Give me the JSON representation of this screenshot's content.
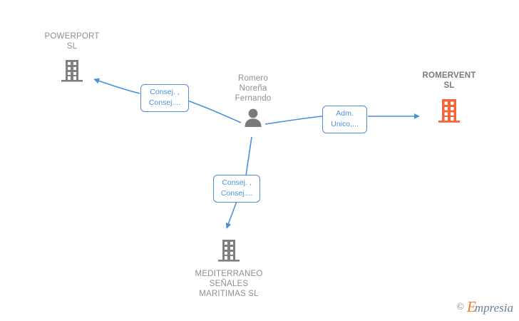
{
  "diagram": {
    "title": "Empresia relationship graph",
    "colors": {
      "company_gray": "#808080",
      "company_orange": "#f4653a",
      "person_gray": "#7a7a7a",
      "edge_blue": "#4a90d9",
      "label_text_gray": "#8c8c8c",
      "background": "#ffffff"
    },
    "nodes": [
      {
        "id": "powerport",
        "type": "company",
        "icon": "building-icon",
        "label": "POWERPORT\nSL",
        "color": "#808080",
        "highlight": false
      },
      {
        "id": "person",
        "type": "person",
        "icon": "person-icon",
        "label": "Romero\nNoreña\nFernando",
        "color": "#7a7a7a",
        "highlight": false
      },
      {
        "id": "romervent",
        "type": "company",
        "icon": "building-icon",
        "label": "ROMERVENT\nSL",
        "color": "#f4653a",
        "highlight": true
      },
      {
        "id": "mediterraneo",
        "type": "company",
        "icon": "building-icon",
        "label": "MEDITERRANEO\nSEÑALES\nMARITIMAS  SL",
        "color": "#808080",
        "highlight": false
      }
    ],
    "edges": [
      {
        "id": "edge-person-powerport",
        "from": "person",
        "to": "powerport",
        "label": "Consej. ,\nConsej....",
        "direction": "to-target"
      },
      {
        "id": "edge-person-romervent",
        "from": "person",
        "to": "romervent",
        "label": "Adm.\nUnico,...",
        "direction": "to-target"
      },
      {
        "id": "edge-person-mediterraneo",
        "from": "person",
        "to": "mediterraneo",
        "label": "Consej. ,\nConsej....",
        "direction": "to-target"
      }
    ]
  },
  "watermark": {
    "copyright": "©",
    "brand_initial": "E",
    "brand_rest": "mpresia"
  }
}
